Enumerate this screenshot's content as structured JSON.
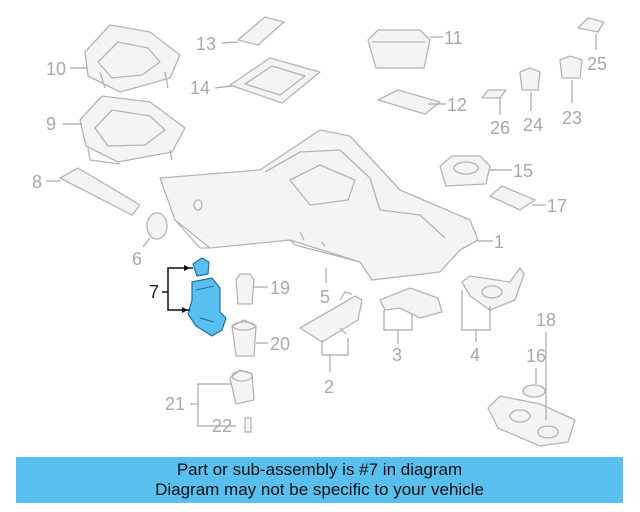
{
  "colors": {
    "highlight": "#59bfee",
    "footer_bg": "#59bfee",
    "part_line": "#b4b4b4",
    "label_gray": "#a8a8a8"
  },
  "highlighted_part": "7",
  "callouts": {
    "c1": "1",
    "c2": "2",
    "c3": "3",
    "c4": "4",
    "c5": "5",
    "c6": "6",
    "c7": "7",
    "c8": "8",
    "c9": "9",
    "c10": "10",
    "c11": "11",
    "c12": "12",
    "c13": "13",
    "c14": "14",
    "c15": "15",
    "c16": "16",
    "c17": "17",
    "c18": "18",
    "c19": "19",
    "c20": "20",
    "c21": "21",
    "c22": "22",
    "c23": "23",
    "c24": "24",
    "c25": "25",
    "c26": "26"
  },
  "footer": {
    "line1": "Part or sub-assembly is #7 in diagram",
    "line2": "Diagram may not be specific to your vehicle"
  }
}
